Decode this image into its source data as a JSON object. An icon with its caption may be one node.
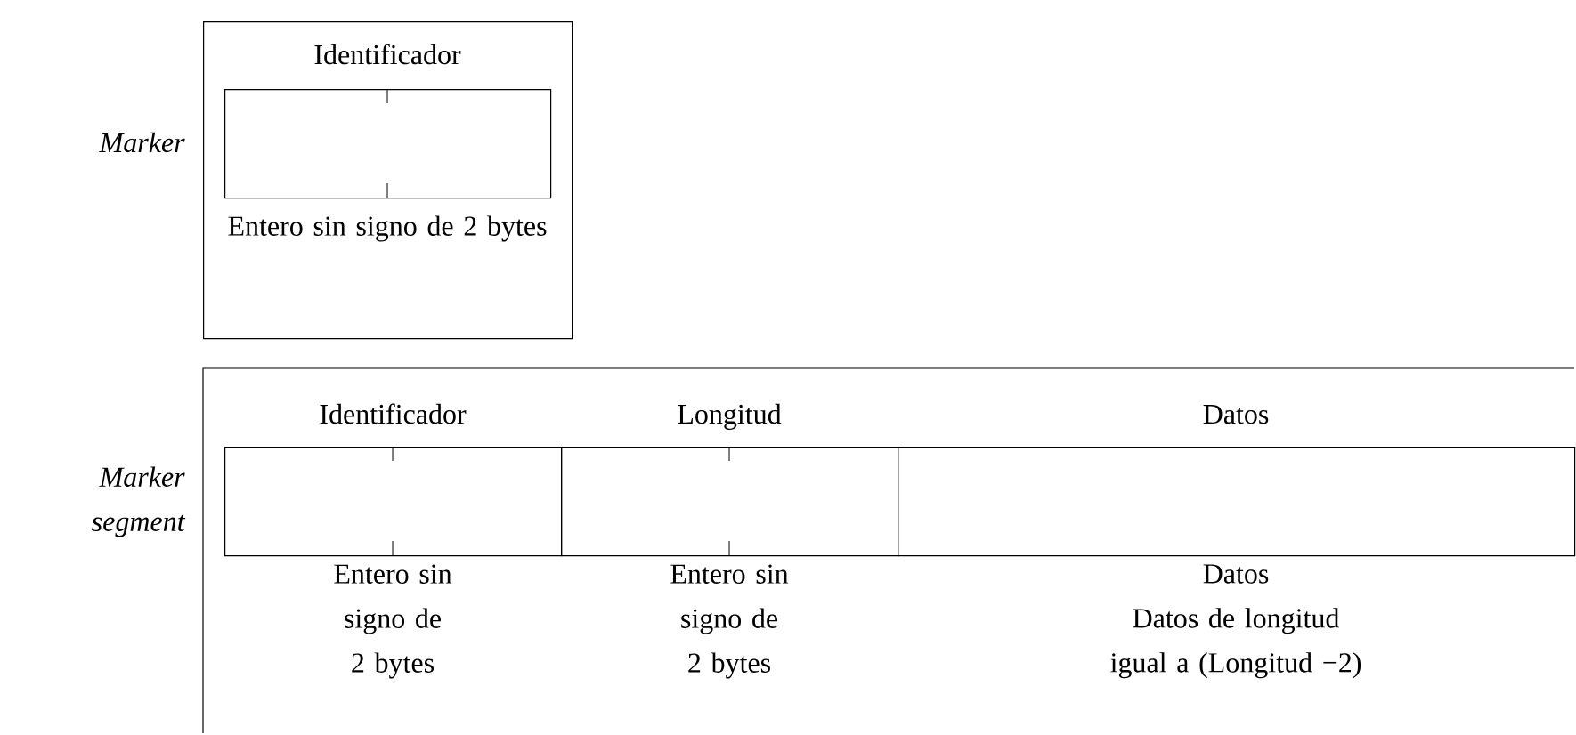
{
  "diagram": {
    "nodes": [
      {
        "text": [],
        "shape": "box",
        "beside": [
          "Marker"
        ]
      },
      {
        "text": [
          "Identificador",
          "Entero sin signo de 2 bytes"
        ],
        "in": 0
      },
      {
        "text": [],
        "shape": "box",
        "beside": [
          "Marker segment"
        ]
      },
      {
        "text": [
          "Identificador",
          "Entero sin signo de 2 bytes"
        ],
        "in": 2
      },
      {
        "text": [
          "Longitud",
          "Entero sin signo de 2 bytes"
        ],
        "in": 2
      },
      {
        "text": [
          "Datos",
          "Datos",
          "Datos de longitud igual a (Longitud −2)"
        ],
        "in": 2
      }
    ]
  }
}
